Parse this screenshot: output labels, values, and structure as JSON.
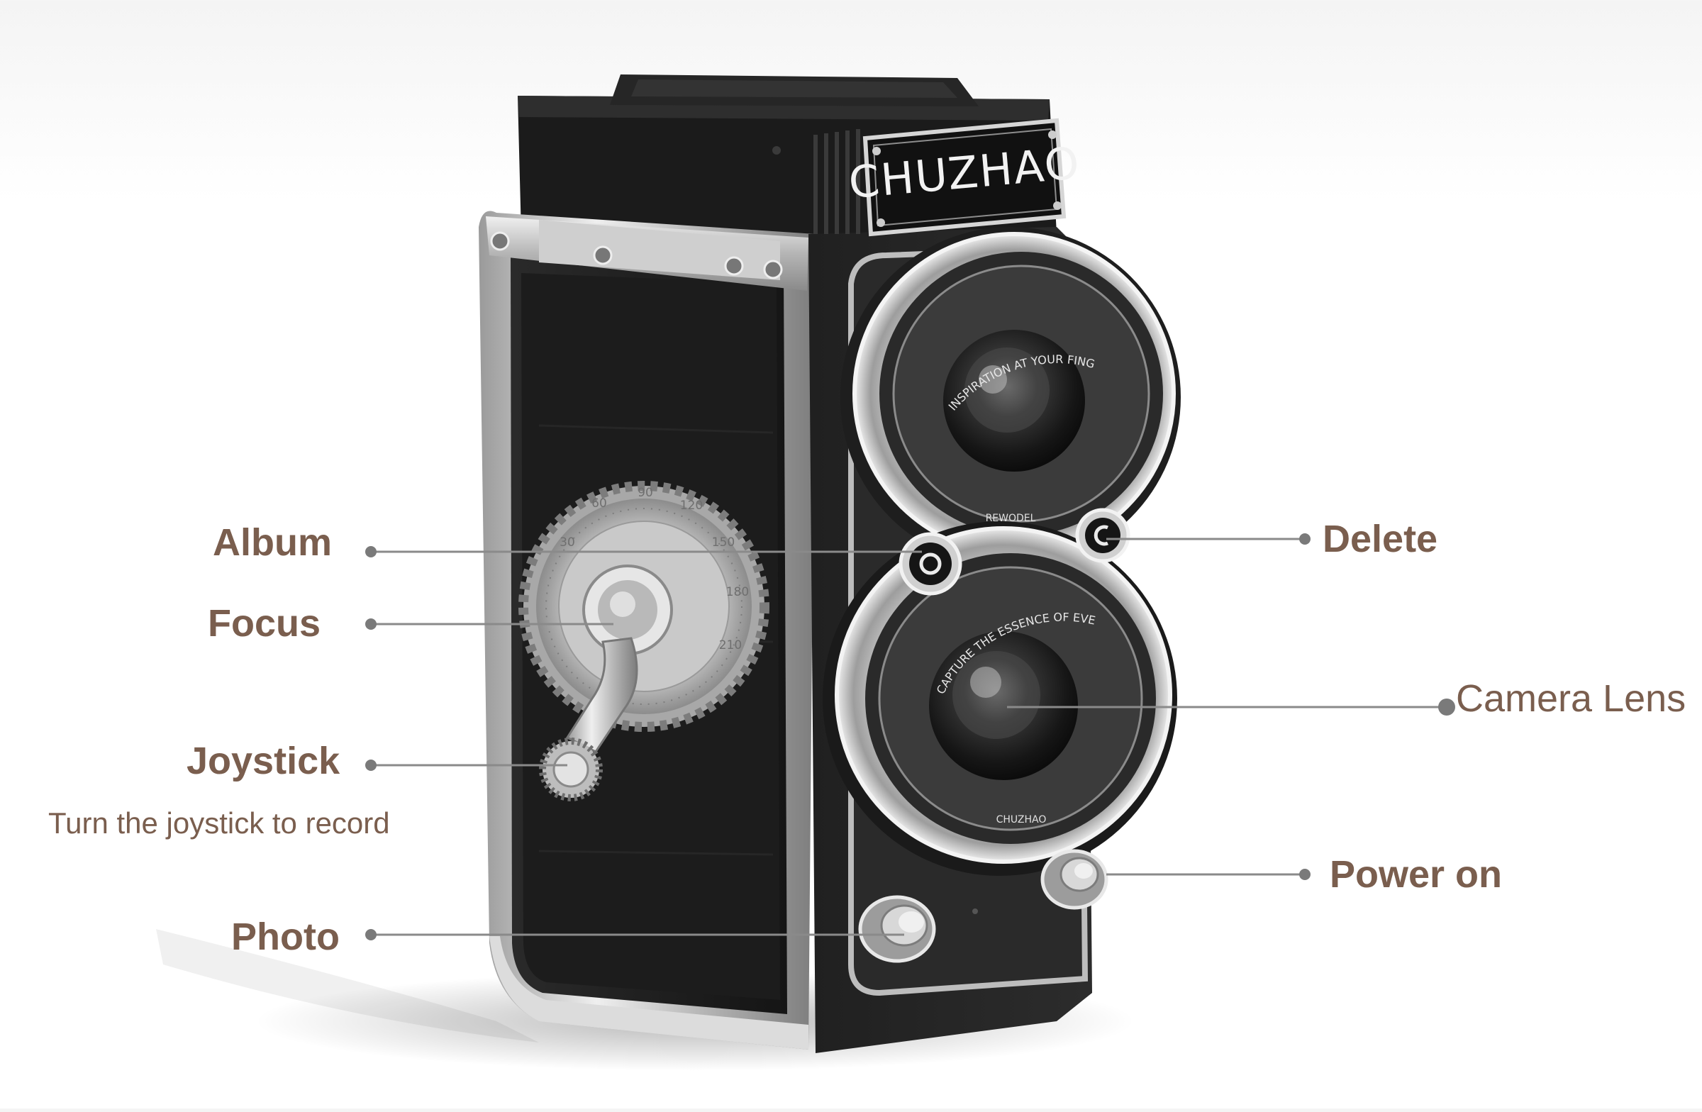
{
  "brand": "CHUZHAO",
  "lens_texts": {
    "upper_ring": "INSPIRATION AT YOUR FINGERTIPS",
    "upper_bottom": "REWODEL",
    "lower_ring": "CAPTURE THE ESSENCE OF EVERY MOMENT",
    "lower_bottom": "CHUZHAO"
  },
  "dial_numbers": [
    "30",
    "60",
    "90",
    "120",
    "150",
    "180",
    "210"
  ],
  "callouts": {
    "album": "Album",
    "focus": "Focus",
    "joystick": "Joystick",
    "joystick_note": "Turn the joystick to record",
    "photo": "Photo",
    "delete": "Delete",
    "camera_lens": "Camera Lens",
    "power_on": "Power on"
  },
  "colors": {
    "label_text": "#7a5e4e",
    "leader_line": "#8a8a8a",
    "camera_body": "#1c1c1c",
    "chrome": "#c9c9c9"
  }
}
